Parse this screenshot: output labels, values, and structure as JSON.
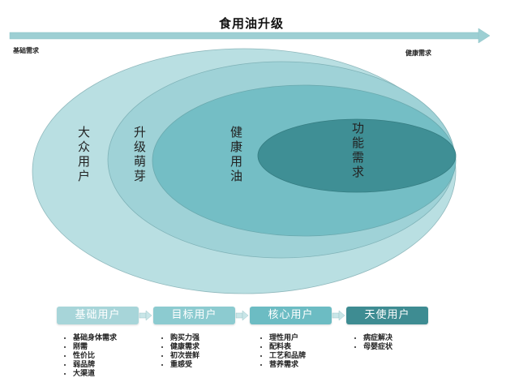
{
  "title": "食用油升级",
  "axis": {
    "left_label": "基础需求",
    "right_label": "健康需求",
    "arrow_color": "#9dcfd3"
  },
  "ellipses": [
    {
      "label": "大众用户",
      "color": "#b9dfe2"
    },
    {
      "label": "升级萌芽",
      "color": "#9fd2d7"
    },
    {
      "label": "健康用油",
      "color": "#74bec5"
    },
    {
      "label": "功能需求",
      "color": "#3f8f95"
    }
  ],
  "stages": [
    {
      "label": "基础用户",
      "color": "#a7d5d9",
      "bullets": [
        "基础身体需求",
        "刚需",
        "性价比",
        "弱品牌",
        "大渠道"
      ]
    },
    {
      "label": "目标用户",
      "color": "#8ccbd0",
      "bullets": [
        "购买力强",
        "健康需求",
        "初次尝鲜",
        "重感受"
      ]
    },
    {
      "label": "核心用户",
      "color": "#6cbcc3",
      "bullets": [
        "理性用户",
        "配料表",
        "工艺和品牌",
        "营养需求"
      ]
    },
    {
      "label": "天使用户",
      "color": "#3e8c92",
      "bullets": [
        "病症解决",
        "母婴症状"
      ]
    }
  ],
  "stage_arrow_color": "#c9e6e8"
}
